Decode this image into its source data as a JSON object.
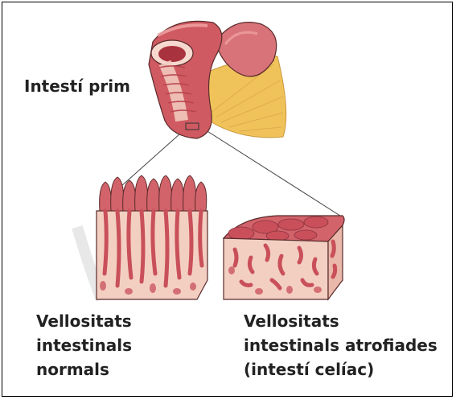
{
  "labels": {
    "small_intestine": "Intestí prim",
    "normal_villi": [
      "Vellositats",
      "intestinals",
      "normals"
    ],
    "atrophied_villi": [
      "Vellositats",
      "intestinals atrofiades",
      "(intestí celíac)"
    ]
  },
  "colors": {
    "tissue_light": "#f3cfc2",
    "tissue_dark": "#c9505a",
    "villi_red": "#d2636a",
    "mesentery_yellow": "#f0c35a",
    "outline": "#5a2a2a"
  }
}
